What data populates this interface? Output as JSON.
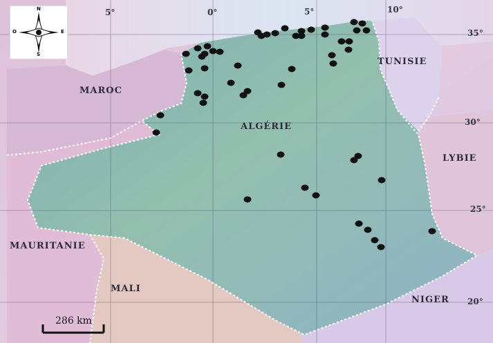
{
  "map": {
    "countries": {
      "maroc": "MAROC",
      "algerie": "ALGÉRIE",
      "tunisie": "TUNISIE",
      "lybie": "LYBIE",
      "mauritanie": "MAURITANIE",
      "mali": "MALI",
      "niger": "NIGER"
    },
    "longitudes": [
      "5°",
      "0°",
      "5°",
      "10°"
    ],
    "latitudes": [
      "35°",
      "30°",
      "25°",
      "20°"
    ],
    "compass": {
      "n": "N",
      "s": "S",
      "e": "E",
      "o": "O"
    },
    "scale": {
      "label": "286 km"
    },
    "site_count": 51
  },
  "colors": {
    "algeria": "#86b8b0",
    "sea": "#dfe8f4",
    "morocco": "#d6b7d8",
    "border": "#ffffff",
    "points": "#111111"
  }
}
